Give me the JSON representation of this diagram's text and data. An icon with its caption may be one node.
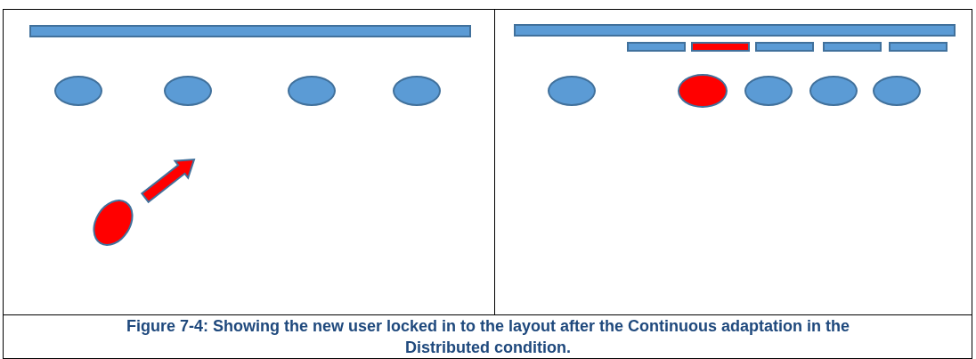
{
  "diagram": {
    "caption": "Figure 7-4: Showing the new user locked in to the layout after the Continuous adaptation in the Distributed condition.",
    "nodes": [
      {
        "text": [],
        "shape": "bar"
      },
      {
        "text": [],
        "shape": "ellipse"
      },
      {
        "text": [],
        "shape": "ellipse"
      },
      {
        "text": [],
        "shape": "ellipse"
      },
      {
        "text": [],
        "shape": "ellipse"
      },
      {
        "text": [],
        "shape": "ellipse"
      },
      {
        "text": [],
        "shape": "bar"
      },
      {
        "text": [],
        "shape": "bar"
      },
      {
        "text": [],
        "shape": "bar"
      },
      {
        "text": [],
        "shape": "bar"
      },
      {
        "text": [],
        "shape": "bar"
      },
      {
        "text": [],
        "shape": "bar"
      },
      {
        "text": [],
        "shape": "ellipse"
      },
      {
        "text": [],
        "shape": "ellipse"
      },
      {
        "text": [],
        "shape": "ellipse"
      },
      {
        "text": [],
        "shape": "ellipse"
      },
      {
        "text": [],
        "shape": "ellipse"
      }
    ]
  }
}
